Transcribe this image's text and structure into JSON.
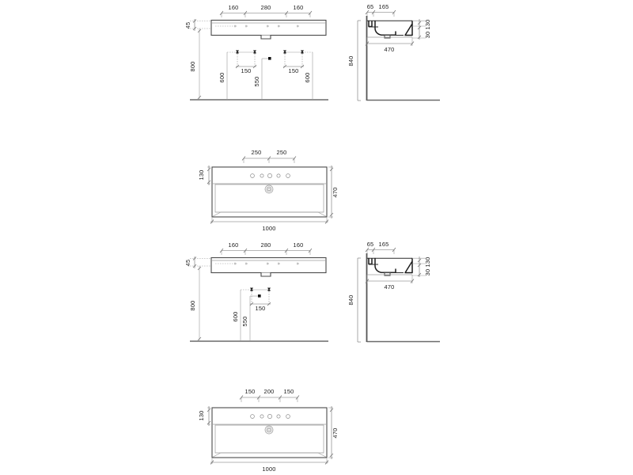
{
  "document": {
    "type": "technical-drawing",
    "subject": "Wall-mounted rectangular washbasin 1000 mm",
    "units": "mm",
    "background_color": "#ffffff",
    "line_color": "#4a4a4a",
    "dimension_color": "#1b1b1b"
  },
  "views": [
    {
      "id": "view-1",
      "name": "front-elevation-double-tap",
      "title": "",
      "dimensions": {
        "top_chain": [
          "160",
          "280",
          "160"
        ],
        "left_thickness": "45",
        "height_to_basin": "800",
        "rough_in_left": "600",
        "rough_in_center": "550",
        "rough_in_right": "600",
        "tap_spread_left": "150",
        "tap_spread_right": "150"
      }
    },
    {
      "id": "view-1-side",
      "name": "side-section-left",
      "dimensions": {
        "top_chain": [
          "65",
          "165"
        ],
        "depth": "470",
        "rim_thickness": "30",
        "basin_height": "130",
        "mounting_height": "840"
      }
    },
    {
      "id": "view-2",
      "name": "plan-view-five-holes-250",
      "dimensions": {
        "top_chain": [
          "250",
          "250"
        ],
        "shelf_depth": "130",
        "total_depth": "470",
        "total_width": "1000"
      },
      "tap_holes": 5
    },
    {
      "id": "view-3",
      "name": "front-elevation-single-tap",
      "dimensions": {
        "top_chain": [
          "160",
          "280",
          "160"
        ],
        "left_thickness": "45",
        "height_to_basin": "800",
        "rough_in_left": "600",
        "rough_in_center": "550",
        "tap_spread": "150"
      }
    },
    {
      "id": "view-3-side",
      "name": "side-section-right",
      "dimensions": {
        "top_chain": [
          "65",
          "165"
        ],
        "depth": "470",
        "rim_thickness": "30",
        "basin_height": "130",
        "mounting_height": "840"
      }
    },
    {
      "id": "view-4",
      "name": "plan-view-five-holes-150-200-150",
      "dimensions": {
        "top_chain": [
          "150",
          "200",
          "150"
        ],
        "shelf_depth": "130",
        "total_depth": "470",
        "total_width": "1000"
      },
      "tap_holes": 5
    }
  ],
  "labels": {
    "v1_d160a": "160",
    "v1_d280": "280",
    "v1_d160b": "160",
    "v1_d45": "45",
    "v1_d800": "800",
    "v1_d600a": "600",
    "v1_d550": "550",
    "v1_d600b": "600",
    "v1_d150a": "150",
    "v1_d150b": "150",
    "s1_d65": "65",
    "s1_d165": "165",
    "s1_d470": "470",
    "s1_d30": "30",
    "s1_d130": "130",
    "s1_d840": "840",
    "v2_d250a": "250",
    "v2_d250b": "250",
    "v2_d130": "130",
    "v2_d470": "470",
    "v2_d1000": "1000",
    "v3_d160a": "160",
    "v3_d280": "280",
    "v3_d160b": "160",
    "v3_d45": "45",
    "v3_d800": "800",
    "v3_d600": "600",
    "v3_d550": "550",
    "v3_d150": "150",
    "s3_d65": "65",
    "s3_d165": "165",
    "s3_d470": "470",
    "s3_d30": "30",
    "s3_d130": "130",
    "s3_d840": "840",
    "v4_d150a": "150",
    "v4_d200": "200",
    "v4_d150b": "150",
    "v4_d130": "130",
    "v4_d470": "470",
    "v4_d1000": "1000"
  }
}
